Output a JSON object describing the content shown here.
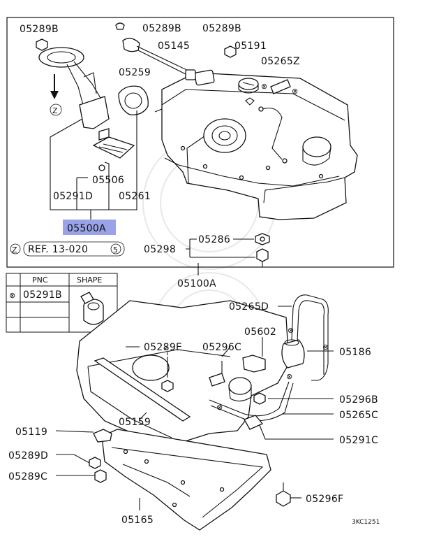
{
  "labels": {
    "p05289B_a": "05289B",
    "p05289B_b": "05289B",
    "p05289B_c": "05289B",
    "p05145": "05145",
    "p05191": "05191",
    "p05265Z": "05265Z",
    "p05259": "05259",
    "p05506": "05506",
    "p05291D": "05291D",
    "p05261": "05261",
    "p05500A": "05500A",
    "p05286": "05286",
    "p05298": "05298",
    "p05100A": "05100A",
    "p05265D": "05265D",
    "p05602": "05602",
    "p05186": "05186",
    "p05289E": "05289E",
    "p05296C": "05296C",
    "p05296B": "05296B",
    "p05265C": "05265C",
    "p05291C": "05291C",
    "p05119": "05119",
    "p05159": "05159",
    "p05289D": "05289D",
    "p05289C": "05289C",
    "p05296F": "05296F",
    "p05165": "05165"
  },
  "ref": {
    "symbol": "Z",
    "text": "REF. 13-020",
    "number": "5"
  },
  "arrow_symbol": "Z",
  "legend_table": {
    "headers": [
      "PNC",
      "SHAPE"
    ],
    "rows": [
      {
        "symbol": "⊗",
        "pnc": "05291B"
      },
      {
        "symbol": "",
        "pnc": ""
      },
      {
        "symbol": "",
        "pnc": ""
      }
    ]
  },
  "diagram_code": "3KC1251",
  "colors": {
    "highlight": "#9aa3e8",
    "line": "#111111"
  }
}
